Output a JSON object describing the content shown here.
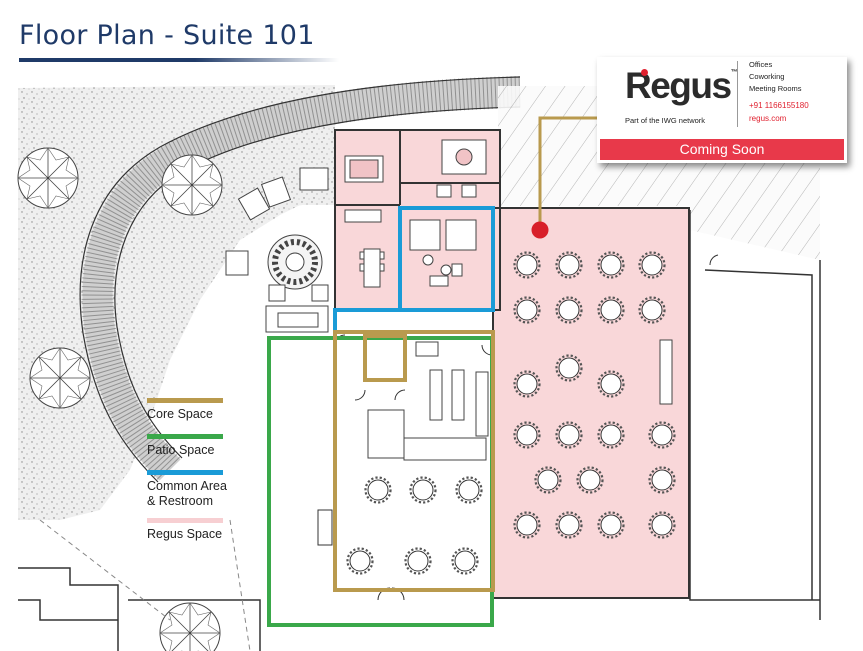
{
  "header": {
    "title": "Floor Plan - Suite 101"
  },
  "badge": {
    "brand": "Regus",
    "brand_tm": "™",
    "network": "Part of the IWG network",
    "services": [
      "Offices",
      "Coworking",
      "Meeting Rooms"
    ],
    "phone": "+91 1166155180",
    "website": "regus.com",
    "banner": "Coming Soon"
  },
  "legend": {
    "items": [
      {
        "label": "Core Space",
        "color": "#b99a4e"
      },
      {
        "label": "Patio Space",
        "color": "#3aa84a"
      },
      {
        "label": "Common Area\n& Restroom",
        "color": "#1a9bd7"
      },
      {
        "label": "Regus Space",
        "color": "#f7cfd2"
      }
    ]
  },
  "colors": {
    "regus_fill": "#f9d7d9",
    "core": "#b99a4e",
    "patio": "#3aa84a",
    "common": "#1a9bd7",
    "marker": "#d81f2a",
    "title": "#1f3a68"
  }
}
